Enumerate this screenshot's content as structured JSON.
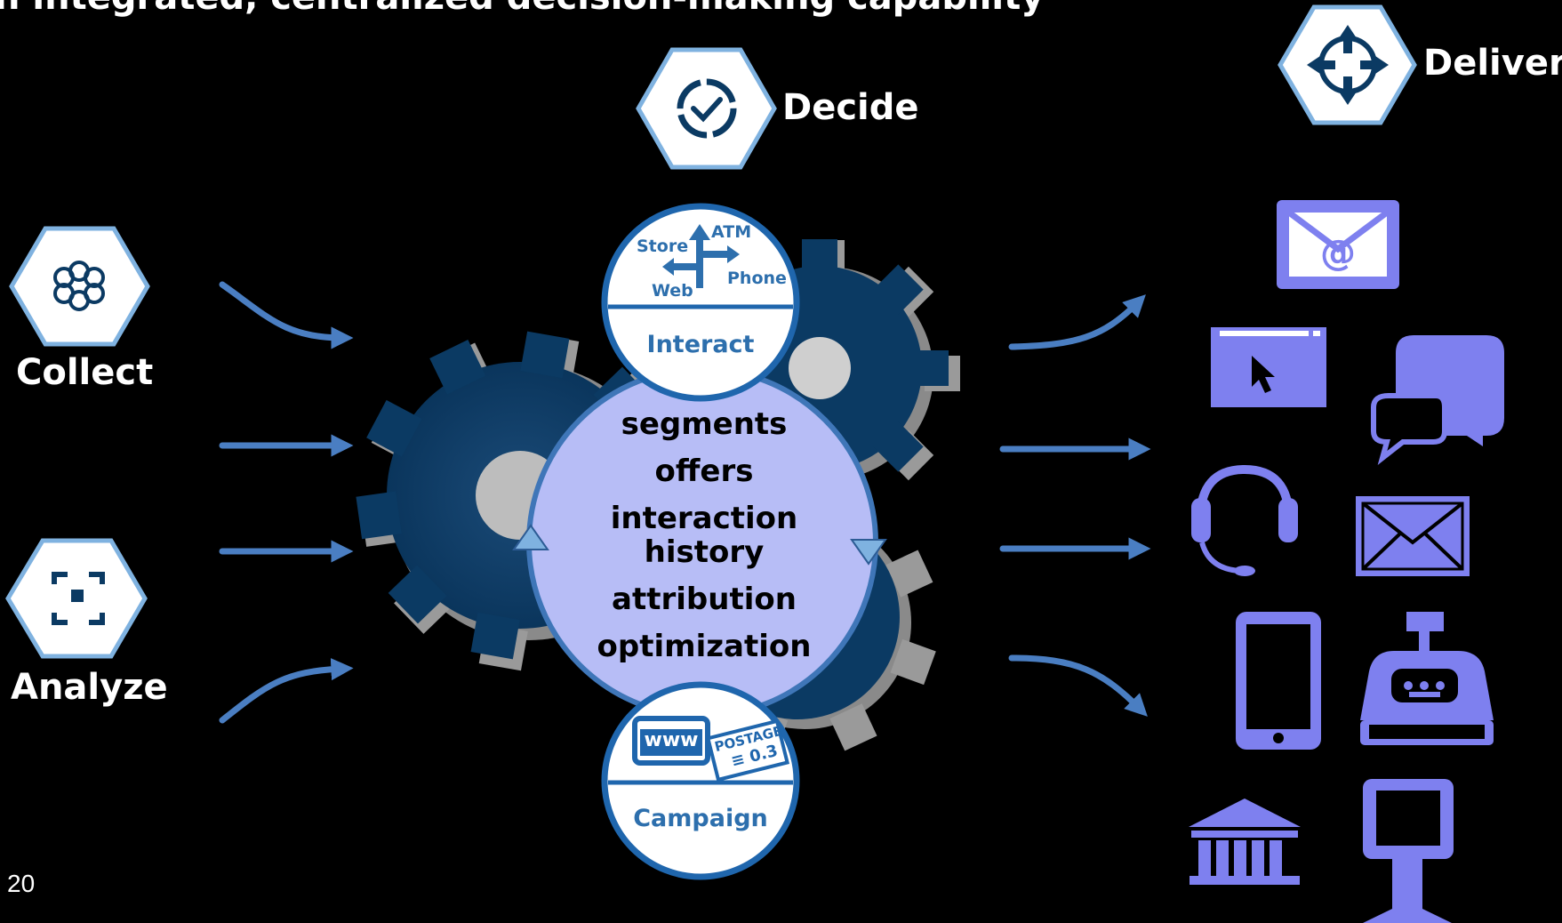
{
  "slide": {
    "title": "n integrated, centralized decision-making capability",
    "slide_number": "20"
  },
  "stages": {
    "collect": "Collect",
    "analyze": "Analyze",
    "decide": "Decide",
    "deliver": "Deliver"
  },
  "center": {
    "items": [
      "segments",
      "offers",
      "interaction",
      "history",
      "attribution",
      "optimization"
    ]
  },
  "interact_badge": {
    "label": "Interact",
    "channels": {
      "store": "Store",
      "atm": "ATM",
      "web": "Web",
      "phone": "Phone"
    }
  },
  "campaign_badge": {
    "label": "Campaign",
    "www": "www",
    "postage": "POSTAGE",
    "postage_value": "≡ 0.3"
  },
  "colors": {
    "background": "#000000",
    "arrow": "#4a7ec2",
    "gear": "#0b3a63",
    "circle_fill": "#b7bdf6",
    "channel_icon": "#7e80ef",
    "badge_text": "#2d6fad"
  },
  "deliver_icons": [
    "email-icon",
    "web-browser-icon",
    "chat-icon",
    "headset-icon",
    "mail-envelope-icon",
    "mobile-phone-icon",
    "cash-register-icon",
    "bank-icon",
    "kiosk-icon"
  ]
}
